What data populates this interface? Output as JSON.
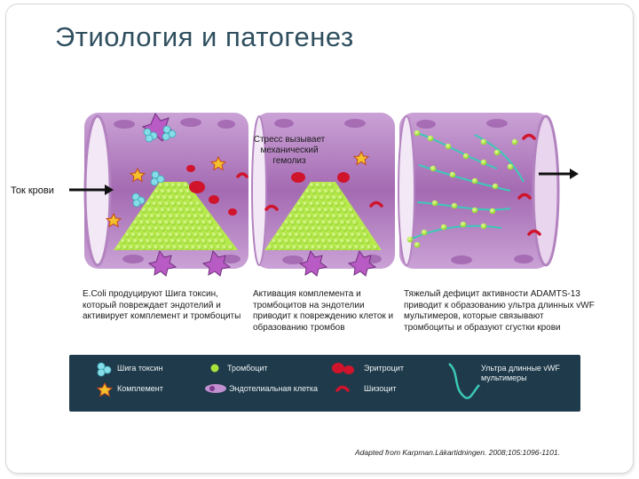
{
  "title": "Этиология и патогенез",
  "diagram": {
    "flow_label": "Ток крови",
    "stress_text": "Стресс вызывает механический гемолиз"
  },
  "captions": [
    "E.Coli  продуцируют Шига токсин, который повреждает эндотелий и активирует комплемент и тромбоциты",
    "Активация комплемента и тромбоцитов на эндотелии приводит к повреждению клеток и образованию тромбов",
    "Тяжелый дефицит  активности ADAMTS-13 приводит к образованию ультра длинных vWF мультимеров, которые связывают тромбоциты и образуют сгустки крови"
  ],
  "legend": {
    "shiga_toxin": "Шига токсин",
    "platelet": "Тромбоцит",
    "erythrocyte": "Эритроцит",
    "ultra_long_vwf": "Ультра длинные vWF мультимеры",
    "complement": "Комплемент",
    "endothelial_cell": "Эндотелиальная клетка",
    "schizocyte": "Шизоцит"
  },
  "source": "Adapted from Karpman.Läkartidningen. 2008;105:1096-1101.",
  "colors": {
    "vessel_wall": "#c99ad3",
    "vessel_lumen": "#a66bb2",
    "platelet": "#a9e23a",
    "erythrocyte": "#d0142c",
    "shiga_toxin": "#7fdbe6",
    "complement": "#f2c12e",
    "vwf": "#3cc9b8",
    "legend_bg": "#1f3a4a"
  }
}
